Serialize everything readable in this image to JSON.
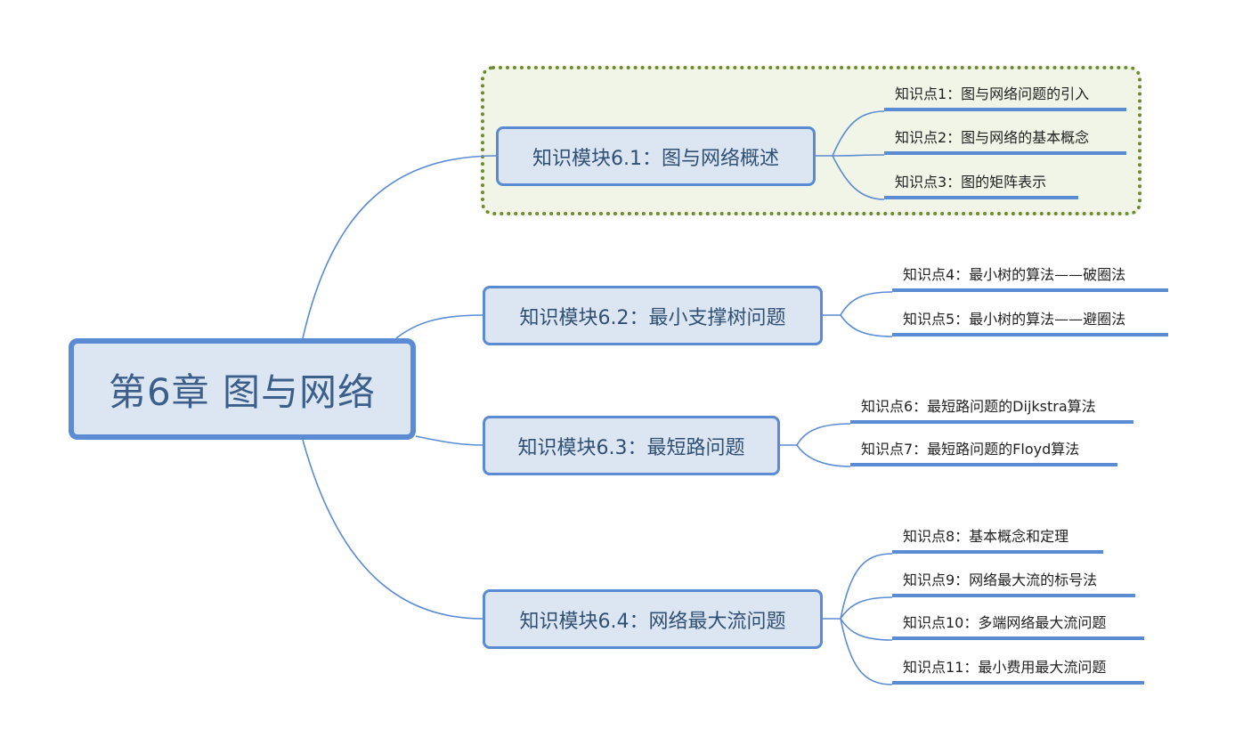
{
  "root": {
    "title": "第6章 图与网络"
  },
  "modules": [
    {
      "title": "知识模块6.1：图与网络概述",
      "points": [
        "知识点1：图与网络问题的引入",
        "知识点2：图与网络的基本概念",
        "知识点3：图的矩阵表示"
      ]
    },
    {
      "title": "知识模块6.2：最小支撑树问题",
      "points": [
        "知识点4：最小树的算法——破圈法",
        "知识点5：最小树的算法——避圈法"
      ]
    },
    {
      "title": "知识模块6.3：最短路问题",
      "points": [
        "知识点6：最短路问题的Dijkstra算法",
        "知识点7：最短路问题的Floyd算法"
      ]
    },
    {
      "title": "知识模块6.4：网络最大流问题",
      "points": [
        "知识点8：基本概念和定理",
        "知识点9：网络最大流的标号法",
        "知识点10：多端网络最大流问题",
        "知识点11：最小费用最大流问题"
      ]
    }
  ],
  "colors": {
    "node_fill": "#dce6f3",
    "node_border": "#5b8bd2",
    "line": "#5b8bd2",
    "highlight_fill": "#f1f5e8",
    "highlight_border": "#6f8a2c"
  }
}
